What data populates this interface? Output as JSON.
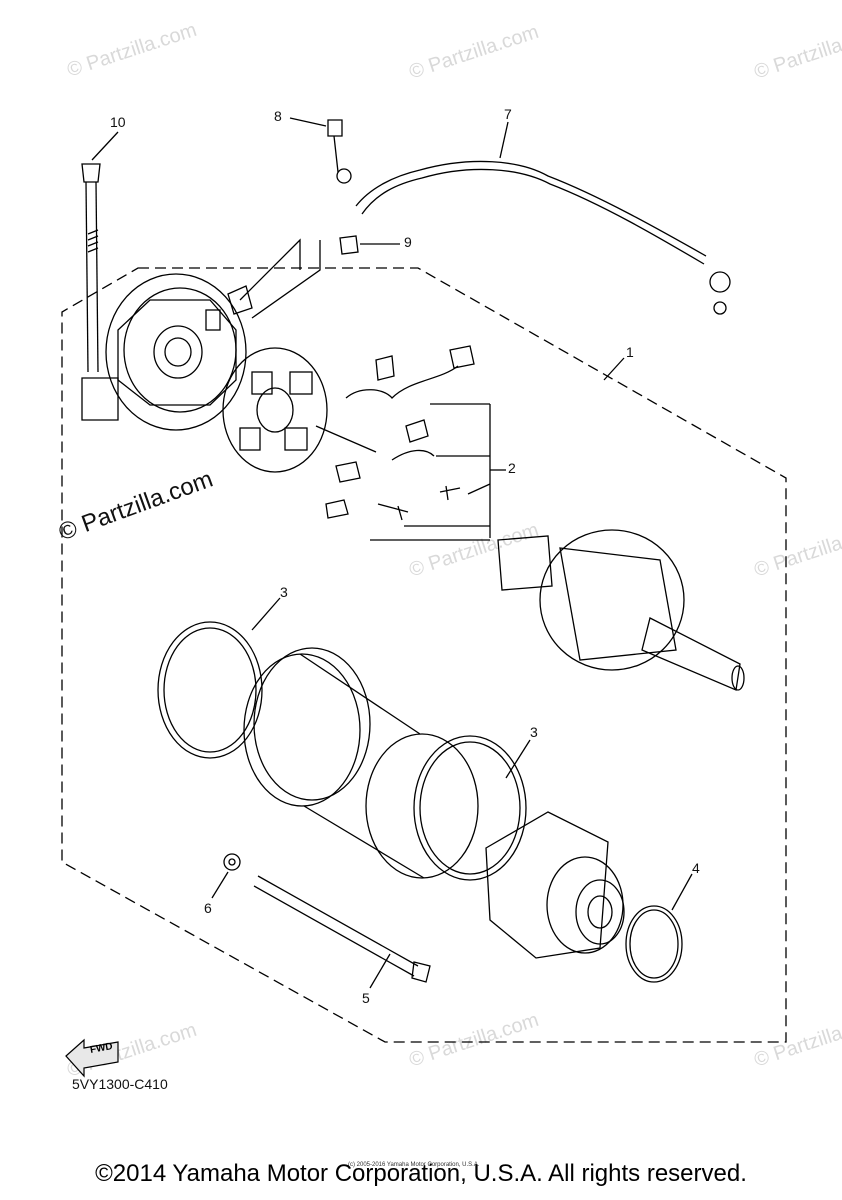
{
  "watermark": "© Partzilla.com",
  "diagram_code": "5VY1300-C410",
  "fwd_label": "FWD",
  "callouts": [
    "1",
    "2",
    "3",
    "3",
    "4",
    "5",
    "6",
    "7",
    "8",
    "9",
    "10"
  ],
  "footer": {
    "copyright": "©2014 Yamaha Motor Corporation, U.S.A. All rights reserved.",
    "fine_print": "(c) 2005-2016 Yamaha Motor Corporation, U.S.A."
  }
}
